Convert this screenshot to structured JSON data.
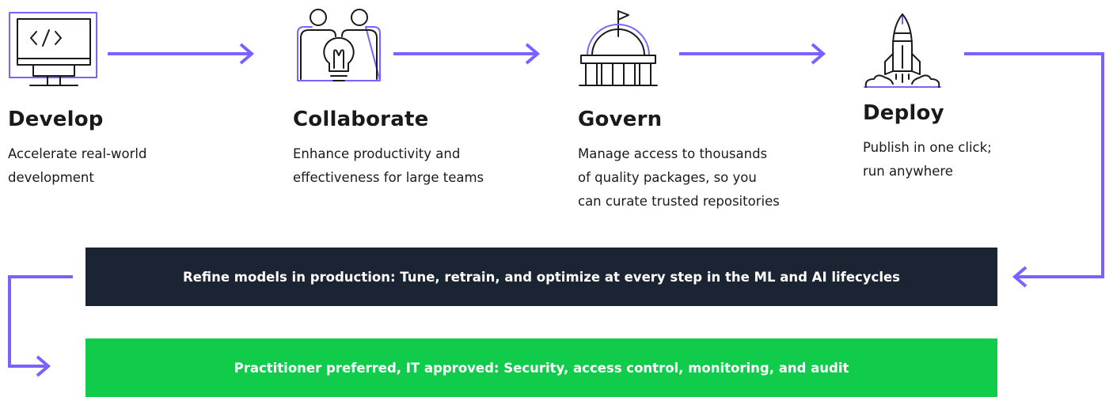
{
  "steps": [
    {
      "title": "Develop",
      "desc": [
        "Accelerate real-world",
        "development"
      ],
      "icon": "monitor-code-icon"
    },
    {
      "title": "Collaborate",
      "desc": [
        "Enhance productivity and",
        "effectiveness for large teams"
      ],
      "icon": "team-lightbulb-icon"
    },
    {
      "title": "Govern",
      "desc": [
        "Manage access to thousands",
        "of quality packages, so you",
        "can curate trusted repositories"
      ],
      "icon": "capitol-building-icon"
    },
    {
      "title": "Deploy",
      "desc": [
        "Publish in one click;",
        "run anywhere"
      ],
      "icon": "rocket-launch-icon"
    }
  ],
  "banners": {
    "refine": "Refine models in production: Tune, retrain, and optimize at every step in the ML and AI lifecycles",
    "practitioner": "Practitioner preferred, IT approved: Security, access control, monitoring, and audit"
  },
  "colors": {
    "accent": "#7b61ff",
    "dark_banner": "#1b2433",
    "green_banner": "#10cc4a",
    "text": "#1a1a1a"
  }
}
